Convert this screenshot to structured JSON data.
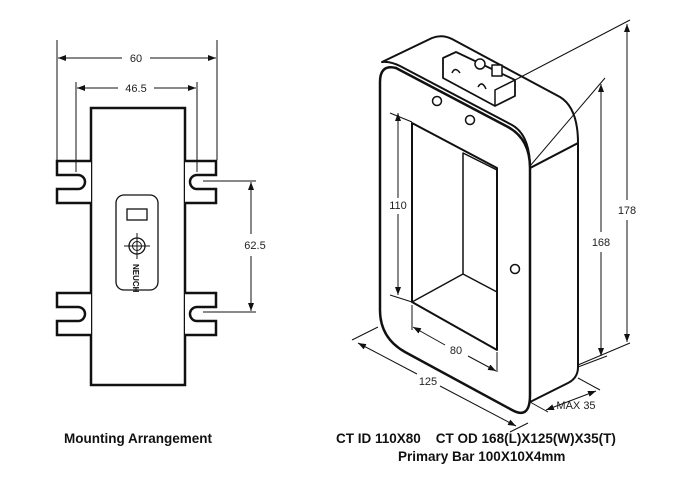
{
  "mounting": {
    "caption": "Mounting Arrangement",
    "dimensions": {
      "overall_width": "60",
      "inner_width": "46.5",
      "slot_pitch": "62.5"
    },
    "brand": "NEUCH"
  },
  "ct": {
    "caption_line1": "CT ID 110X80    CT OD 168(L)X125(W)X35(T)",
    "caption_line2": "Primary Bar 100X10X4mm",
    "dimensions": {
      "id_height": "110",
      "id_width": "80",
      "od_width": "125",
      "thickness": "MAX 35",
      "od_length": "168",
      "total_height": "178"
    }
  }
}
